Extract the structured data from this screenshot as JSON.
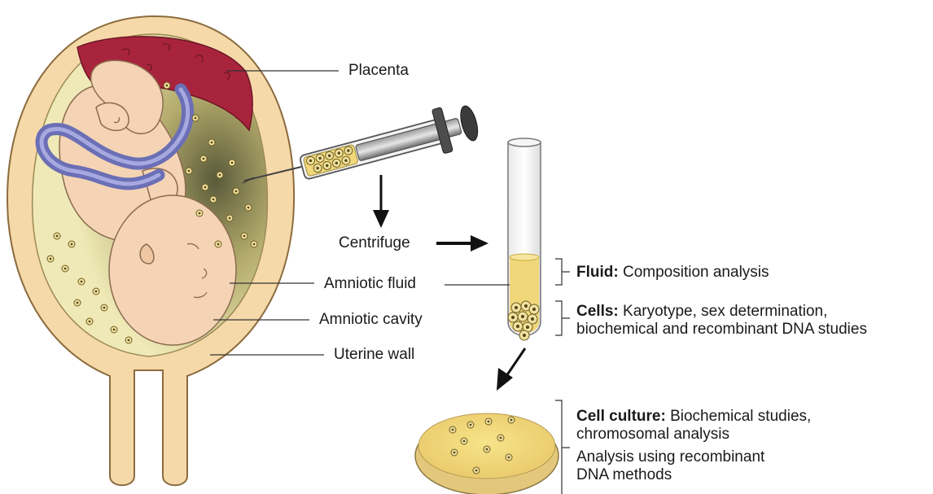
{
  "labels": {
    "placenta": "Placenta",
    "centrifuge": "Centrifuge",
    "amniotic_fluid": "Amniotic fluid",
    "amniotic_cavity": "Amniotic cavity",
    "uterine_wall": "Uterine wall"
  },
  "annotations": {
    "fluid": {
      "title": "Fluid:",
      "text": "Composition analysis"
    },
    "cells": {
      "title": "Cells:",
      "line1": "Karyotype, sex determination,",
      "line2": "biochemical and recombinant DNA studies"
    },
    "culture": {
      "title": "Cell culture:",
      "line1": "Biochemical studies,",
      "line2": "chromosomal analysis",
      "line3": "Analysis using recombinant",
      "line4": "DNA methods"
    }
  },
  "colors": {
    "uterus": "#f6d9a8",
    "placenta": "#a8243c",
    "fetus": "#f4d4b4",
    "cord": "#7f83c4",
    "fluid": "#eedb7a",
    "cell": "#c9ad3a"
  }
}
